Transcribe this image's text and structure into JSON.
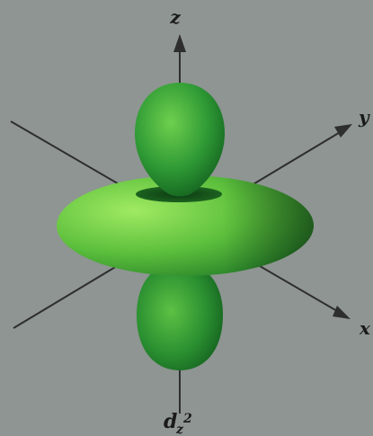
{
  "axes": {
    "z_label": "z",
    "y_label": "y",
    "x_label": "x"
  },
  "orbital": {
    "label_main": "d",
    "label_sub": "z",
    "label_sup": "2"
  },
  "colors": {
    "background": "#8e9592",
    "lobe_light": "#6fd04e",
    "lobe_dark": "#0f5a1c",
    "torus_light": "#8ee05a",
    "torus_dark": "#1f6a22",
    "axis": "#2e2e2e"
  }
}
